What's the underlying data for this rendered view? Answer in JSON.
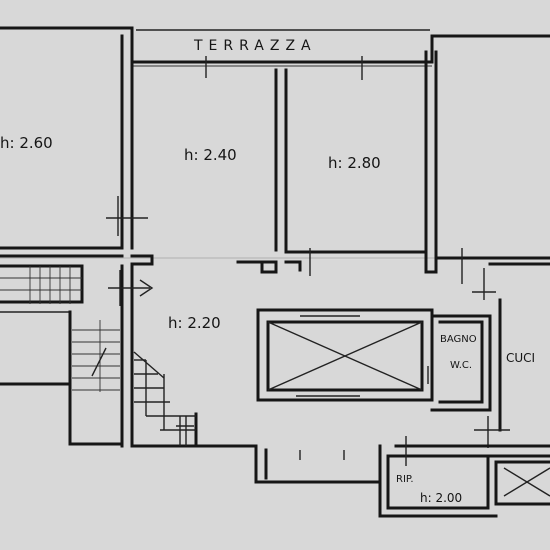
{
  "labels": {
    "terrace": "TERRAZZA",
    "room_left": "h: 2.60",
    "room_mid": "h: 2.40",
    "room_right": "h: 2.80",
    "hall": "h: 2.20",
    "bath": "BAGNO",
    "wc": "W.C.",
    "kitchen": "CUCI",
    "storage": "RIP.",
    "storage_height": "h: 2.00"
  },
  "colors": {
    "paper": "#d8d8d8",
    "ink": "#161616"
  }
}
